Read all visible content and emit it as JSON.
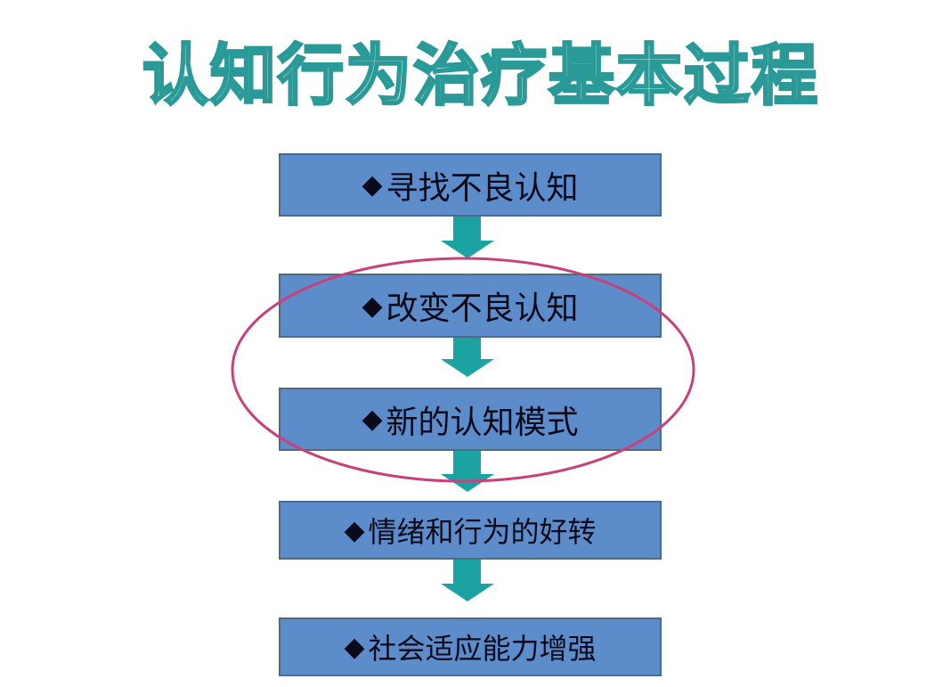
{
  "title": "认知行为治疗基本过程",
  "steps": [
    {
      "bullet": "◆",
      "label": "寻找不良认知"
    },
    {
      "bullet": "◆",
      "label": "改变不良认知"
    },
    {
      "bullet": "◆",
      "label": "新的认知模式"
    },
    {
      "bullet": "◆",
      "label": "情绪和行为的好转"
    },
    {
      "bullet": "◆",
      "label": "社会适应能力增强"
    }
  ],
  "colors": {
    "box": "#5d8ccb",
    "arrow": "#1aa3a0",
    "highlight_ellipse": "#c8417a",
    "title_outline": "#2a9a98"
  }
}
